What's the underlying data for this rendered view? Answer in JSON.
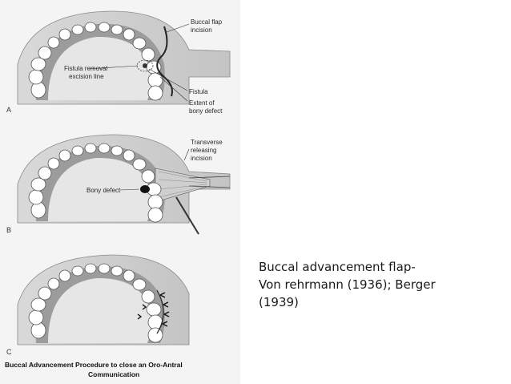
{
  "figure": {
    "panels": [
      {
        "letter": "A",
        "labels": {
          "flap": [
            "Buccal flap",
            "incision"
          ],
          "excision": [
            "Fistula removal",
            "excision line"
          ],
          "fistula": "Fistula",
          "extent": [
            "Extent of",
            "bony defect"
          ]
        }
      },
      {
        "letter": "B",
        "labels": {
          "transverse": [
            "Transverse",
            "releasing",
            "incision"
          ],
          "defect": "Bony defect"
        }
      },
      {
        "letter": "C"
      }
    ],
    "caption": [
      "Buccal Advancement Procedure to close an Oro-Antral",
      "Communication"
    ]
  },
  "slide_text": [
    "Buccal advancement flap-",
    "Von rehrmann (1936); Berger",
    "(1939)"
  ]
}
